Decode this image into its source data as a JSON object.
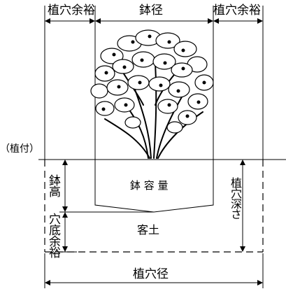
{
  "labels": {
    "left_margin": "植穴余裕",
    "root_ball_diameter": "鉢径",
    "right_margin": "植穴余裕",
    "planting_line": "（植付）",
    "root_ball_volume": "鉢 容 量",
    "root_ball_height": "鉢高",
    "bottom_margin": "穴底余裕",
    "planting_depth": "植穴深さ",
    "soil": "客土",
    "hole_diameter": "植穴径"
  }
}
